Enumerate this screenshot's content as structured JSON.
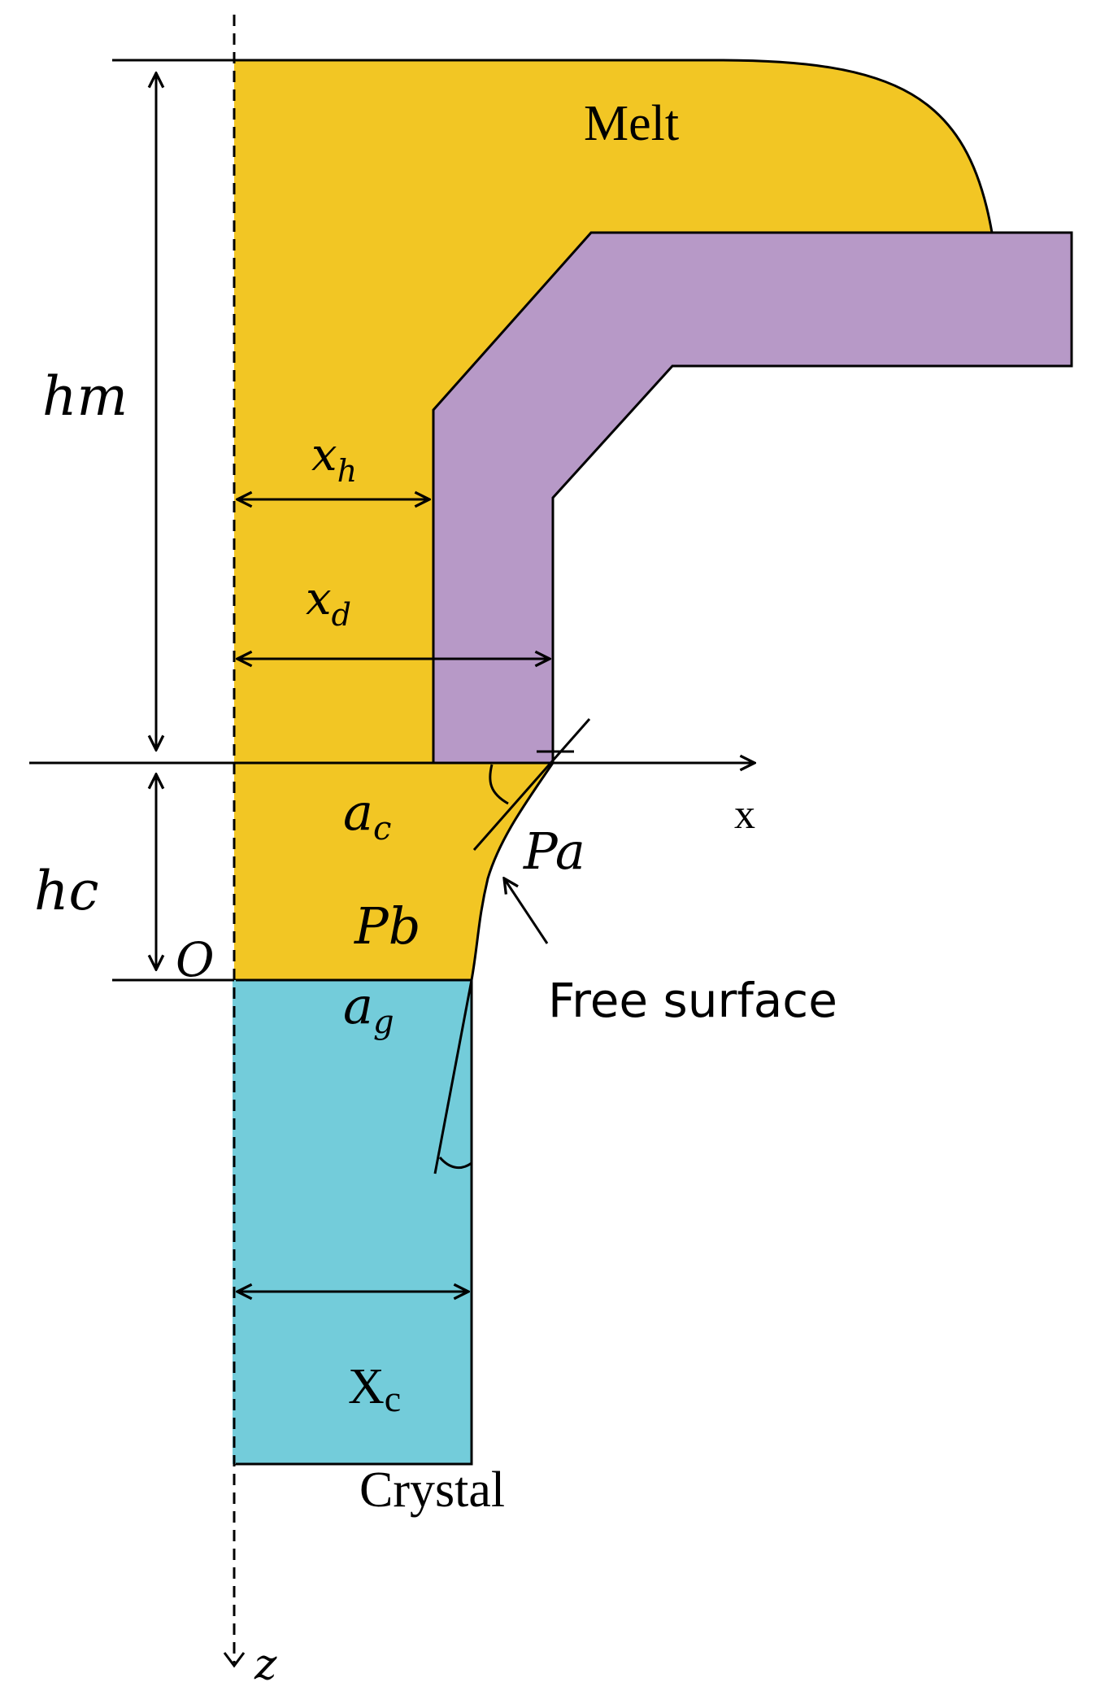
{
  "regions": {
    "melt": {
      "label": "Melt",
      "color": "#F2C624"
    },
    "die": {
      "color": "#B799C7"
    },
    "crystal": {
      "label": "Crystal",
      "color": "#73CCDA"
    }
  },
  "dimensions": {
    "hm": {
      "base": "hm"
    },
    "hc": {
      "base": "hc"
    },
    "xh": {
      "base": "x",
      "sub": "h"
    },
    "xd": {
      "base": "x",
      "sub": "d"
    },
    "xc": {
      "base": "X",
      "sub": "c"
    }
  },
  "axes": {
    "x_label": "x",
    "z_label": "z",
    "origin_label": "O"
  },
  "angles": {
    "ac": {
      "base": "a",
      "sub": "c"
    },
    "ag": {
      "base": "a",
      "sub": "g"
    }
  },
  "points": {
    "pa": "Pa",
    "pb": "Pb"
  },
  "annotations": {
    "free_surface": "Free surface"
  }
}
